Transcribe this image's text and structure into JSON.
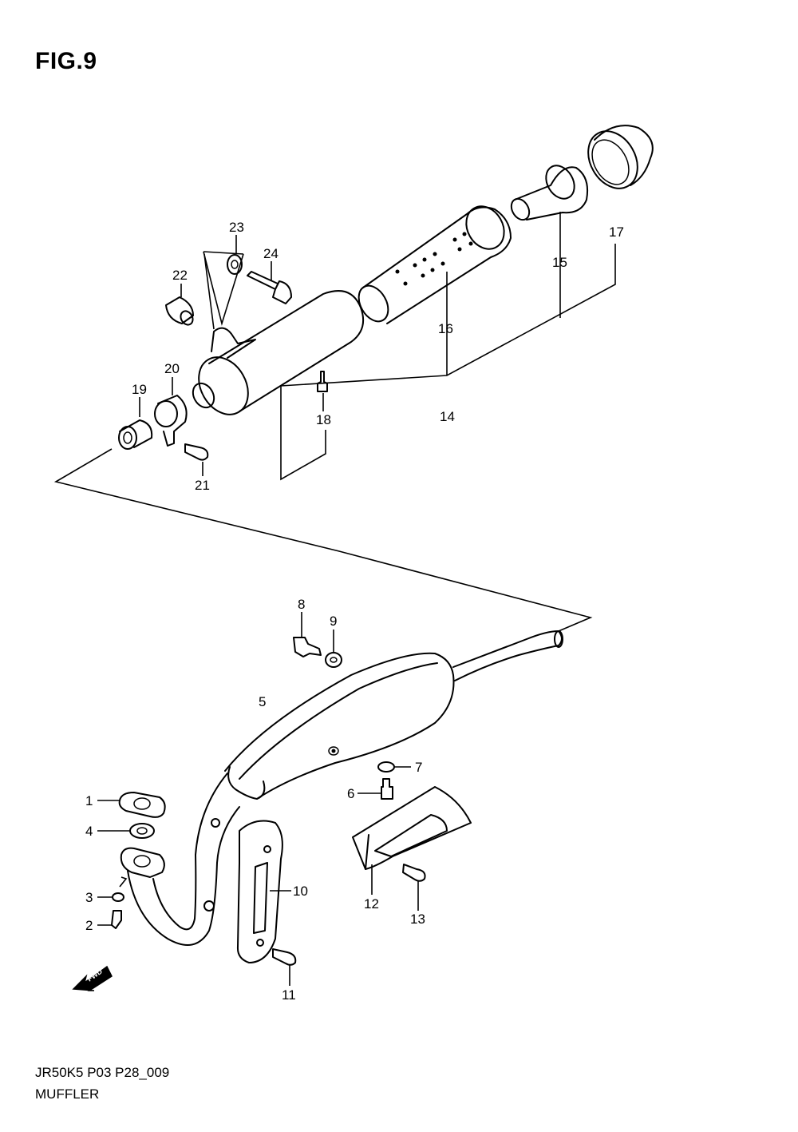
{
  "figure": {
    "title": "FIG.9",
    "model_code": "JR50K5 P03 P28_009",
    "section_name": "MUFFLER"
  },
  "callouts": {
    "c1": "1",
    "c2": "2",
    "c3": "3",
    "c4": "4",
    "c5": "5",
    "c6": "6",
    "c7": "7",
    "c8": "8",
    "c9": "9",
    "c10": "10",
    "c11": "11",
    "c12": "12",
    "c13": "13",
    "c14": "14",
    "c15": "15",
    "c16": "16",
    "c17": "17",
    "c18": "18",
    "c19": "19",
    "c20": "20",
    "c21": "21",
    "c22": "22",
    "c23": "23",
    "c24": "24"
  },
  "direction_marker": {
    "label": "FWD",
    "icon": "forward-arrow-icon"
  }
}
